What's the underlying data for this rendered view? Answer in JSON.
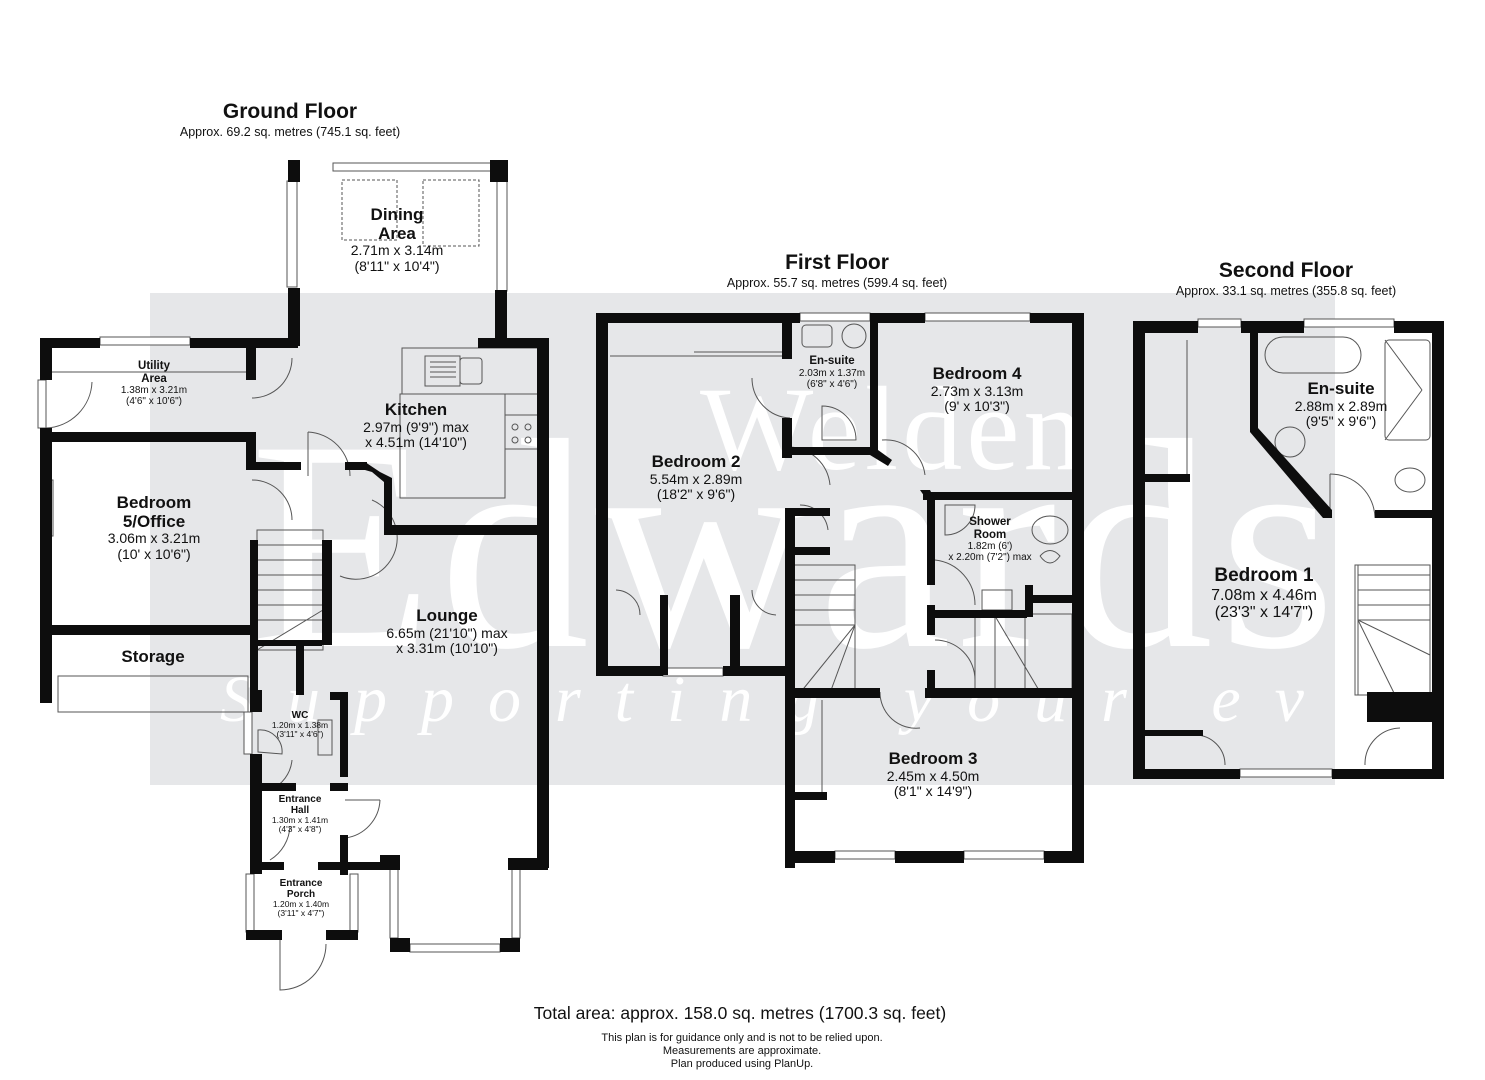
{
  "watermark": {
    "top_word": "Welden",
    "main_word": "Edwards",
    "tagline": "Supporting your every move",
    "band_color": "#e6e7e9"
  },
  "floors": [
    {
      "title": "Ground Floor",
      "area": "Approx. 69.2 sq. metres (745.1 sq. feet)",
      "rooms": [
        {
          "name": "Dining Area",
          "name_lines": [
            "Dining",
            "Area"
          ],
          "metric": "2.71m x 3.14m",
          "imperial": "(8'11\" x 10'4\")"
        },
        {
          "name": "Utility Area",
          "name_lines": [
            "Utility",
            "Area"
          ],
          "metric": "1.38m x 3.21m",
          "imperial": "(4'6\" x 10'6\")"
        },
        {
          "name": "Kitchen",
          "metric": "2.97m (9'9\") max",
          "imperial": "x 4.51m (14'10\")"
        },
        {
          "name": "Bedroom 5/Office",
          "name_lines": [
            "Bedroom",
            "5/Office"
          ],
          "metric": "3.06m x 3.21m",
          "imperial": "(10' x 10'6\")"
        },
        {
          "name": "Storage"
        },
        {
          "name": "Lounge",
          "metric": "6.65m (21'10\") max",
          "imperial": "x 3.31m (10'10\")"
        },
        {
          "name": "WC",
          "metric": "1.20m x 1.38m",
          "imperial": "(3'11\" x 4'6\")"
        },
        {
          "name": "Entrance Hall",
          "name_lines": [
            "Entrance",
            "Hall"
          ],
          "metric": "1.30m x 1.41m",
          "imperial": "(4'3\" x 4'8\")"
        },
        {
          "name": "Entrance Porch",
          "name_lines": [
            "Entrance",
            "Porch"
          ],
          "metric": "1.20m x 1.40m",
          "imperial": "(3'11\" x 4'7\")"
        }
      ]
    },
    {
      "title": "First Floor",
      "area": "Approx. 55.7 sq. metres (599.4 sq. feet)",
      "rooms": [
        {
          "name": "En-suite",
          "metric": "2.03m x 1.37m",
          "imperial": "(6'8\" x 4'6\")"
        },
        {
          "name": "Bedroom 4",
          "metric": "2.73m x 3.13m",
          "imperial": "(9' x 10'3\")"
        },
        {
          "name": "Bedroom 2",
          "metric": "5.54m x 2.89m",
          "imperial": "(18'2\" x 9'6\")"
        },
        {
          "name": "Shower Room",
          "name_lines": [
            "Shower",
            "Room"
          ],
          "metric": "1.82m (6')",
          "imperial": "x 2.20m (7'2\") max"
        },
        {
          "name": "Bedroom 3",
          "metric": "2.45m x 4.50m",
          "imperial": "(8'1\" x 14'9\")"
        }
      ]
    },
    {
      "title": "Second Floor",
      "area": "Approx. 33.1 sq. metres (355.8 sq. feet)",
      "rooms": [
        {
          "name": "En-suite",
          "metric": "2.88m x 2.89m",
          "imperial": "(9'5\" x 9'6\")"
        },
        {
          "name": "Bedroom 1",
          "metric": "7.08m x 4.46m",
          "imperial": "(23'3\" x 14'7\")"
        }
      ]
    }
  ],
  "total_area": "Total area: approx. 158.0 sq. metres (1700.3 sq. feet)",
  "disclaimer": [
    "This plan is for guidance only and is not to be relied upon.",
    "Measurements are approximate.",
    "Plan produced using PlanUp."
  ],
  "colors": {
    "wall": "#0d0d0d",
    "fixture_line": "#555555",
    "background": "#ffffff"
  }
}
